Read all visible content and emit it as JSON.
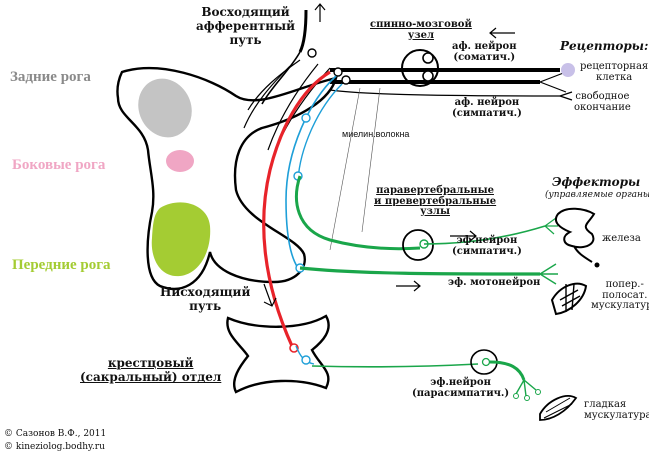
{
  "horns": {
    "posterior": "Задние рога",
    "lateral": "Боковые рога",
    "anterior": "Передние рога"
  },
  "pathways": {
    "ascending": "Восходящий\nафферентный\nпуть",
    "descending": "Нисходящий\nпуть"
  },
  "spinal_ganglion": "спинно-мозговой\nузел",
  "afferent": {
    "somatic": "аф. нейрон\n(соматич.)",
    "sympathetic": "аф. нейрон\n(симпатич.)"
  },
  "receptors": {
    "title": "Рецепторы:",
    "cell": "рецепторная\nклетка",
    "free_ending": "свободное\nокончание"
  },
  "myelin_fibers": "миелин.волокна",
  "ganglia": "паравертебральные\nи превертебральные\nузлы",
  "effectors": {
    "title": "Эффекторы",
    "subtitle": "(управляемые органы):",
    "gland": "железа",
    "striated_muscle": "попер.-\nполосат.\nмускулатура",
    "smooth_muscle": "гладкая\nмускулатура"
  },
  "efferent": {
    "sympathetic": "эф.нейрон\n(симпатич.)",
    "motor": "эф. мотонейрон",
    "parasympathetic": "эф.нейрон\n(парасимпатич.)"
  },
  "sacral": "крестцовый\n(сакральный) отдел",
  "credits": {
    "author": "© Сазонов В.Ф., 2011",
    "site": "© kineziolog.bodhy.ru"
  },
  "colors": {
    "posterior_horn": "#c4c4c4",
    "lateral_horn": "#f0a6c4",
    "anterior_horn": "#a4cc33",
    "descending_path": "#e8232a",
    "sympathetic_path": "#1aa64a",
    "sensory_path": "#1e9fd8",
    "receptor_cell": "#c8c0e8"
  }
}
